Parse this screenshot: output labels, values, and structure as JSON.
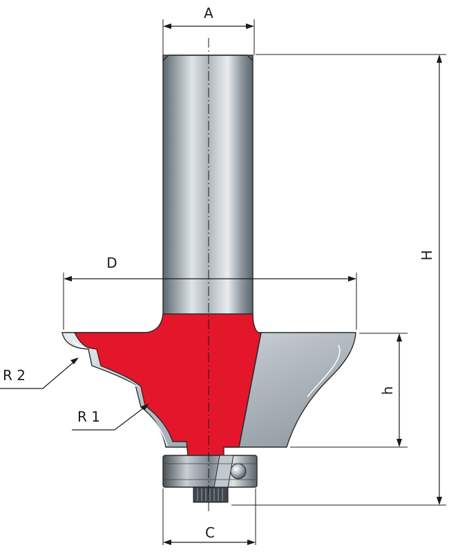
{
  "labels": {
    "A": "A",
    "D": "D",
    "H": "H",
    "h": "h",
    "C": "C",
    "R2": "R 2",
    "R1": "R 1"
  },
  "colors": {
    "cutter_red": "#e3162b",
    "shank_steel": "#9aa3aa",
    "outline": "#2a2a2a"
  }
}
